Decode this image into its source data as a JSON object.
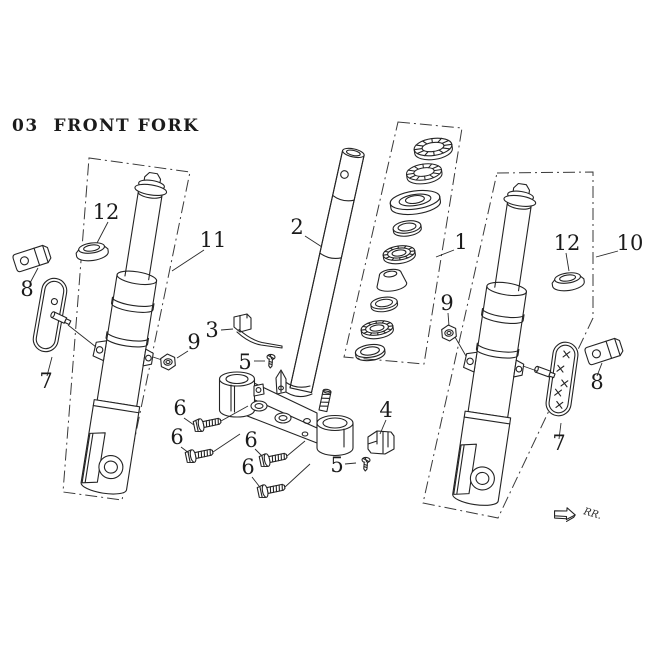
{
  "page": {
    "title": "03  FRONT FORK"
  },
  "diagram": {
    "direction_marker": "RR.",
    "part_labels": {
      "bearing_stack_box": "1",
      "steering_stem": "2",
      "cable_bracket": "3",
      "clamp_holder": "4",
      "screw_top": "5",
      "screw_bottom": "5",
      "bolt_1": "6",
      "bolt_2": "6",
      "bolt_3": "6",
      "bolt_4": "6",
      "reflector_left": "7",
      "reflector_right": "7",
      "clamp_left": "8",
      "clamp_right": "8",
      "nut_left": "9",
      "nut_right": "9",
      "right_fork_box": "10",
      "left_fork_box": "11",
      "dust_seal_left": "12",
      "dust_seal_right": "12"
    },
    "colors": {
      "line": "#242424",
      "background": "#ffffff"
    }
  }
}
